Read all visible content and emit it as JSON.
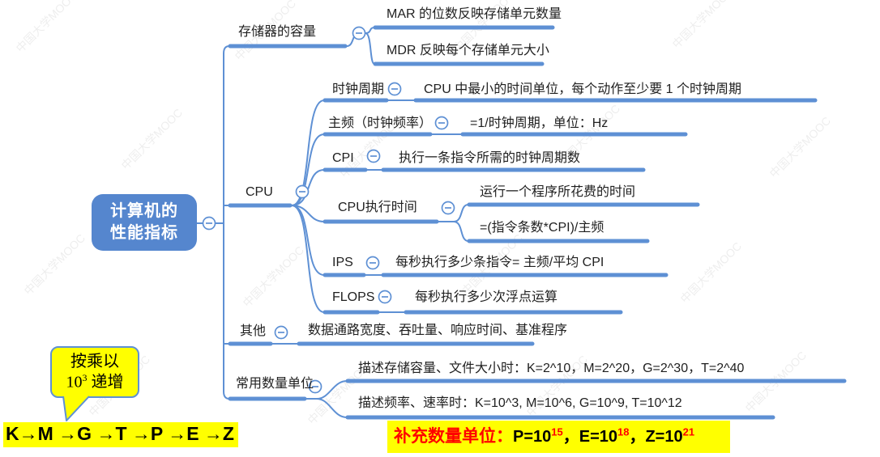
{
  "watermark": {
    "text": "中国大学MOOC"
  },
  "root": {
    "line1": "计算机的",
    "line2": "性能指标"
  },
  "branches": [
    {
      "label": "存储器的容量",
      "children": [
        {
          "label": "MAR 的位数反映存储单元数量"
        },
        {
          "label": "MDR 反映每个存储单元大小"
        }
      ]
    },
    {
      "label": "CPU",
      "children": [
        {
          "label": "时钟周期",
          "children": [
            {
              "label": "CPU 中最小的时间单位，每个动作至少要 1 个时钟周期"
            }
          ]
        },
        {
          "label": "主频（时钟频率）",
          "children": [
            {
              "label": "=1/时钟周期，单位：Hz"
            }
          ]
        },
        {
          "label": "CPI",
          "children": [
            {
              "label": "执行一条指令所需的时钟周期数"
            }
          ]
        },
        {
          "label": "CPU执行时间",
          "children": [
            {
              "label": "运行一个程序所花费的时间"
            },
            {
              "label": "=(指令条数*CPI)/主频"
            }
          ]
        },
        {
          "label": "IPS",
          "children": [
            {
              "label": "每秒执行多少条指令= 主频/平均 CPI"
            }
          ]
        },
        {
          "label": "FLOPS",
          "children": [
            {
              "label": "每秒执行多少次浮点运算"
            }
          ]
        }
      ]
    },
    {
      "label": "其他",
      "children": [
        {
          "label": "数据通路宽度、吞吐量、响应时间、基准程序"
        }
      ]
    },
    {
      "label": "常用数量单位",
      "children": [
        {
          "label": "描述存储容量、文件大小时：K=2^10，M=2^20，G=2^30，T=2^40"
        },
        {
          "label": "描述频率、速率时：K=10^3, M=10^6, G=10^9, T=10^12"
        }
      ]
    }
  ],
  "annotations": {
    "callout": {
      "line1": "按乘以",
      "line2_base": "10",
      "line2_sup": "3",
      "line2_rest": " 递增"
    },
    "sequence": "K→M →G →T →P →E →Z",
    "supplement": {
      "prefix": "补充数量单位：",
      "separator": "，",
      "items": [
        {
          "base": "P=10",
          "sup": "15"
        },
        {
          "base": "E=10",
          "sup": "18"
        },
        {
          "base": "Z=10",
          "sup": "21"
        }
      ]
    }
  },
  "colors": {
    "branch_blue": "#5e90d4",
    "root_fill": "#5586ce",
    "highlight": "#ffff00",
    "accent_red": "#ff0000"
  }
}
